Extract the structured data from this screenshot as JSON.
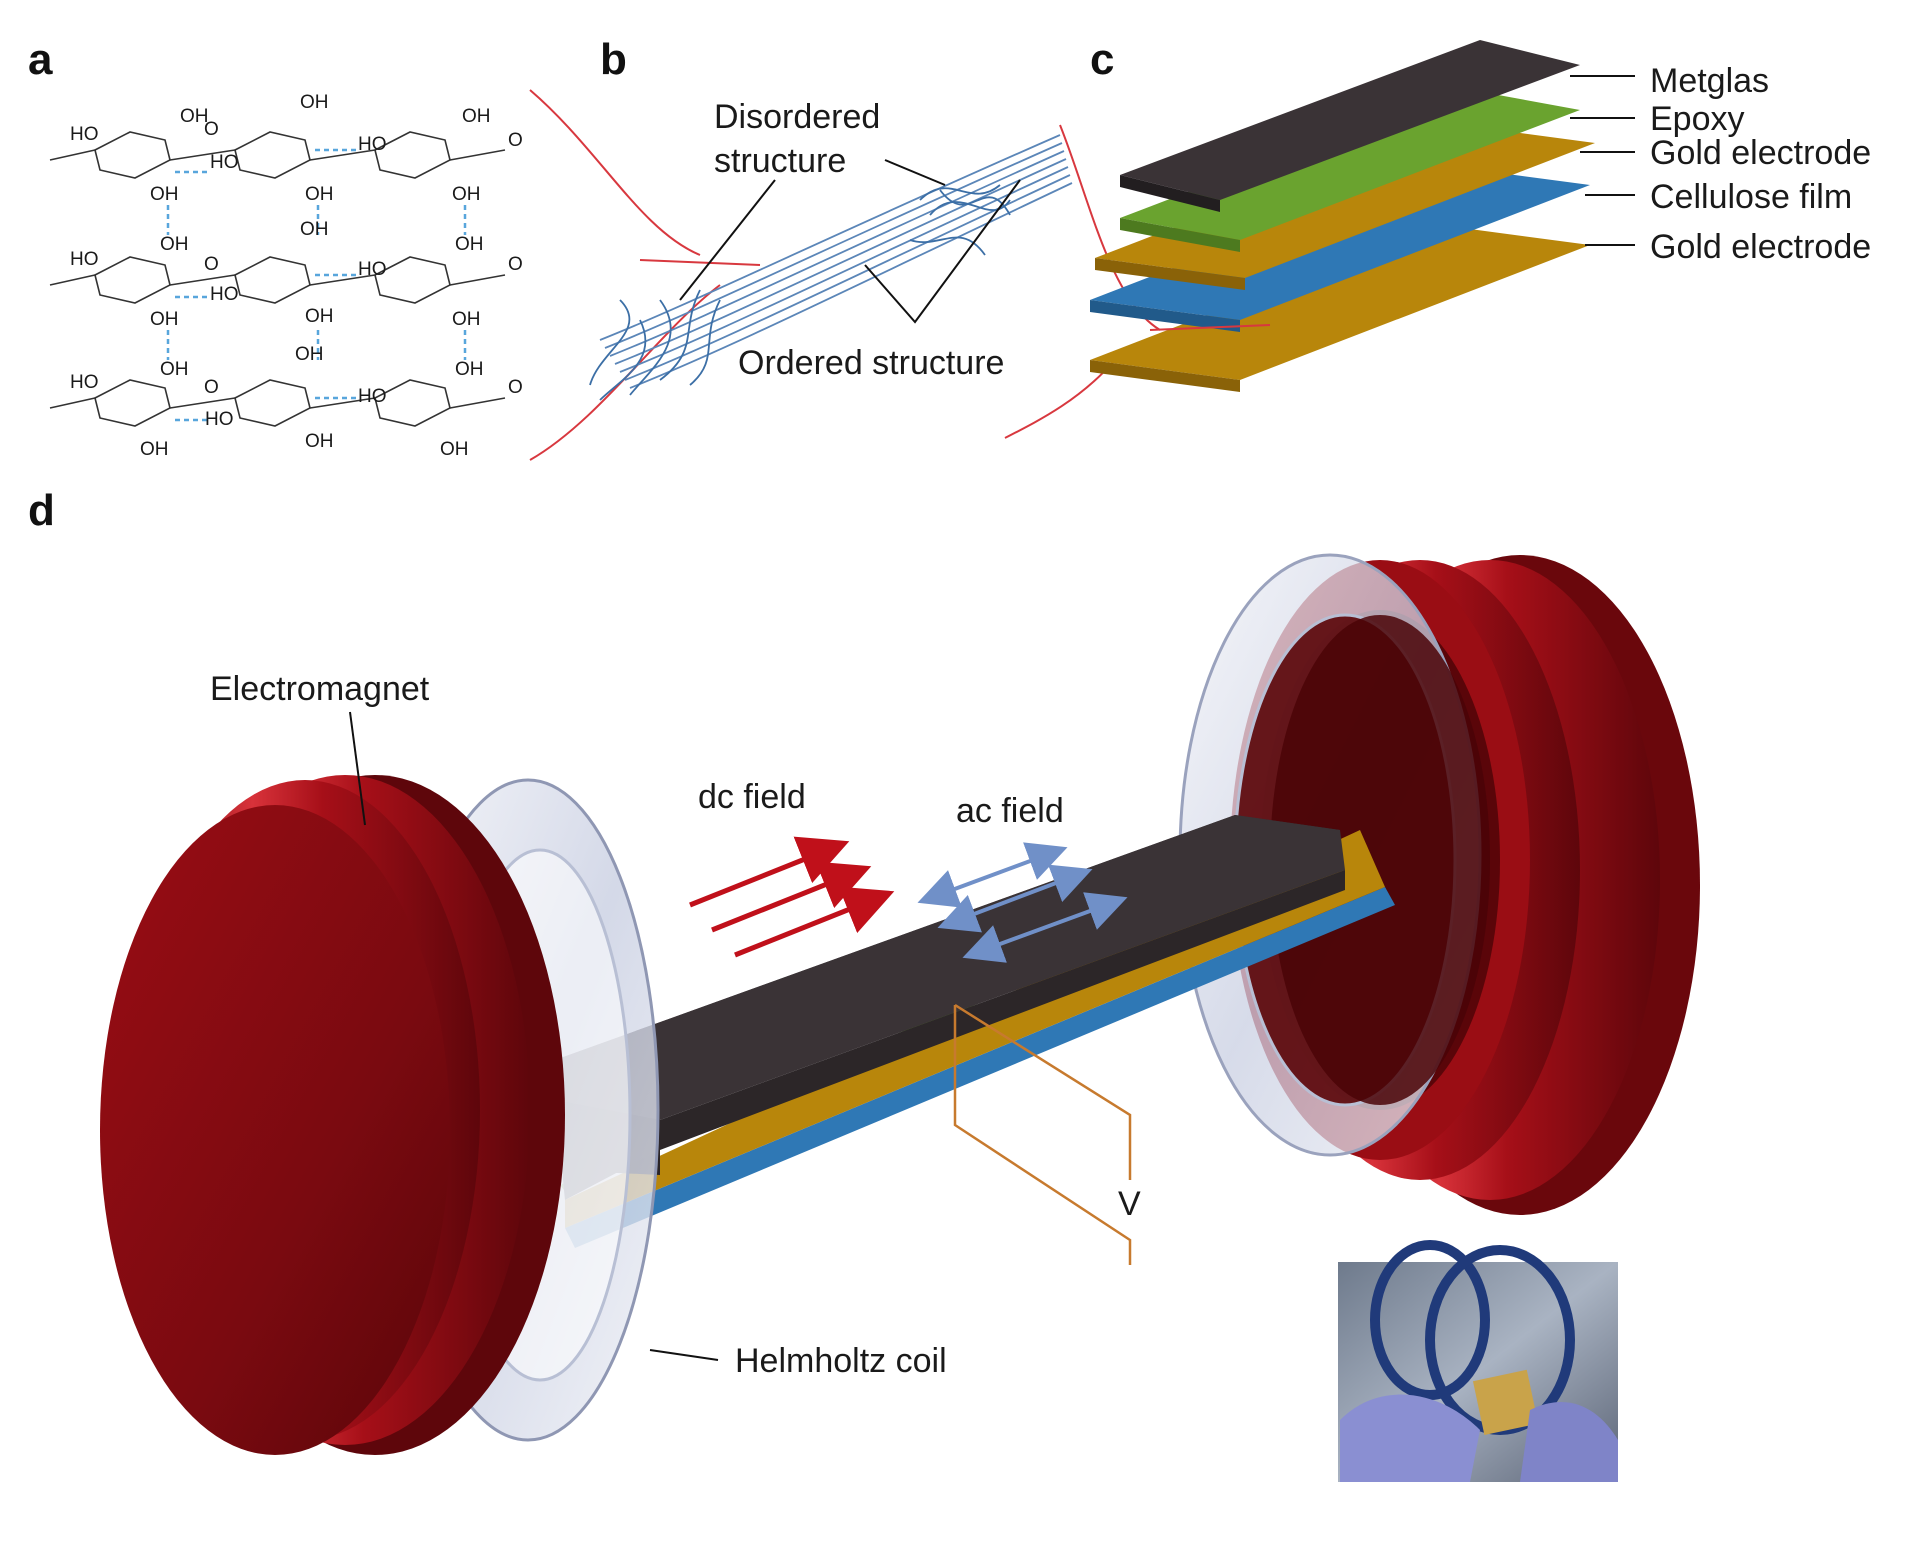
{
  "panels": {
    "a": {
      "letter": "a"
    },
    "b": {
      "letter": "b",
      "disordered_line1": "Disordered",
      "disordered_line2": "structure",
      "ordered": "Ordered structure"
    },
    "c": {
      "letter": "c",
      "layers": [
        "Metglas",
        "Epoxy",
        "Gold electrode",
        "Cellulose film",
        "Gold electrode"
      ]
    },
    "d": {
      "letter": "d",
      "electromagnet": "Electromagnet",
      "dc_field": "dc field",
      "ac_field": "ac field",
      "voltage": "V",
      "helmholtz": "Helmholtz coil"
    }
  },
  "chem_labels": {
    "oh": "OH",
    "ho": "HO",
    "o": "O"
  },
  "colors": {
    "metglas": "#3a3336",
    "epoxy": "#6aa32f",
    "gold": "#b8860b",
    "cellulose": "#2f78b5",
    "magnet": "#8e0b12",
    "hbond": "#58a6dc",
    "dc_arrow": "#c0101a",
    "ac_arrow": "#7090c8",
    "wire": "#c77a2e"
  }
}
